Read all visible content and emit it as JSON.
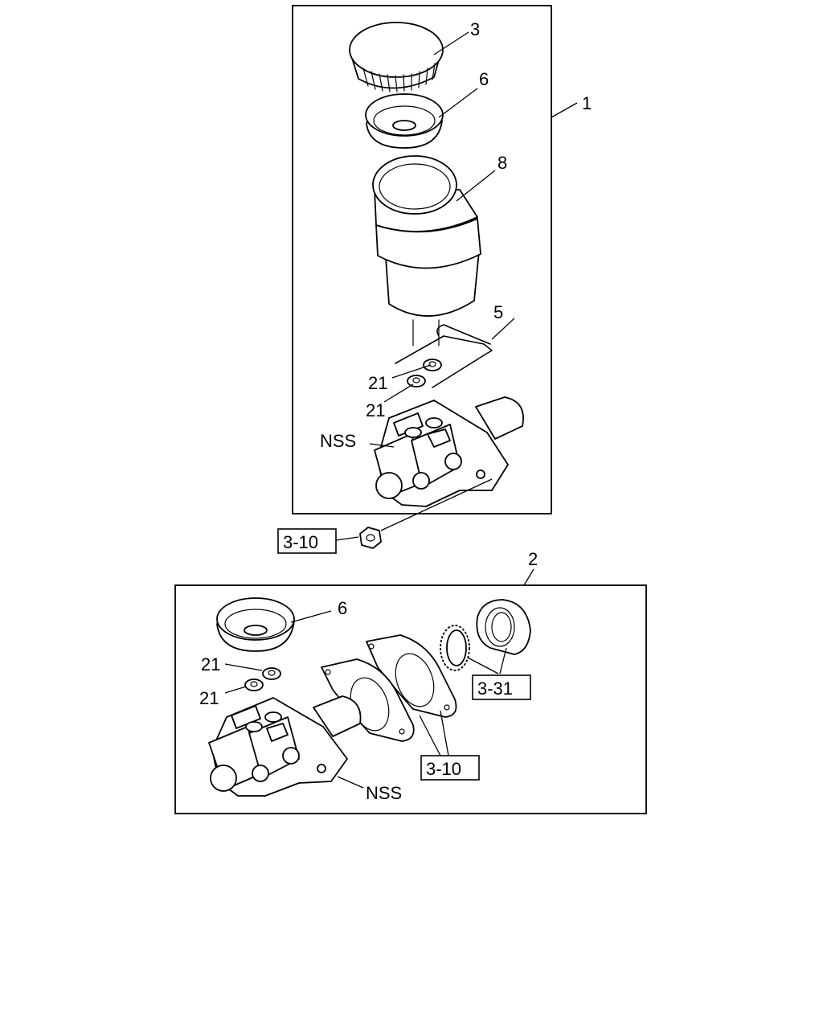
{
  "callouts": {
    "c1": "1",
    "c2": "2",
    "c3": "3",
    "c5": "5",
    "c6a": "6",
    "c6b": "6",
    "c8": "8",
    "c21a": "21",
    "c21b": "21",
    "c21c": "21",
    "c21d": "21",
    "nss_a": "NSS",
    "nss_b": "NSS"
  },
  "refs": {
    "r310a": "3-10",
    "r310b": "3-10",
    "r331": "3-31"
  }
}
